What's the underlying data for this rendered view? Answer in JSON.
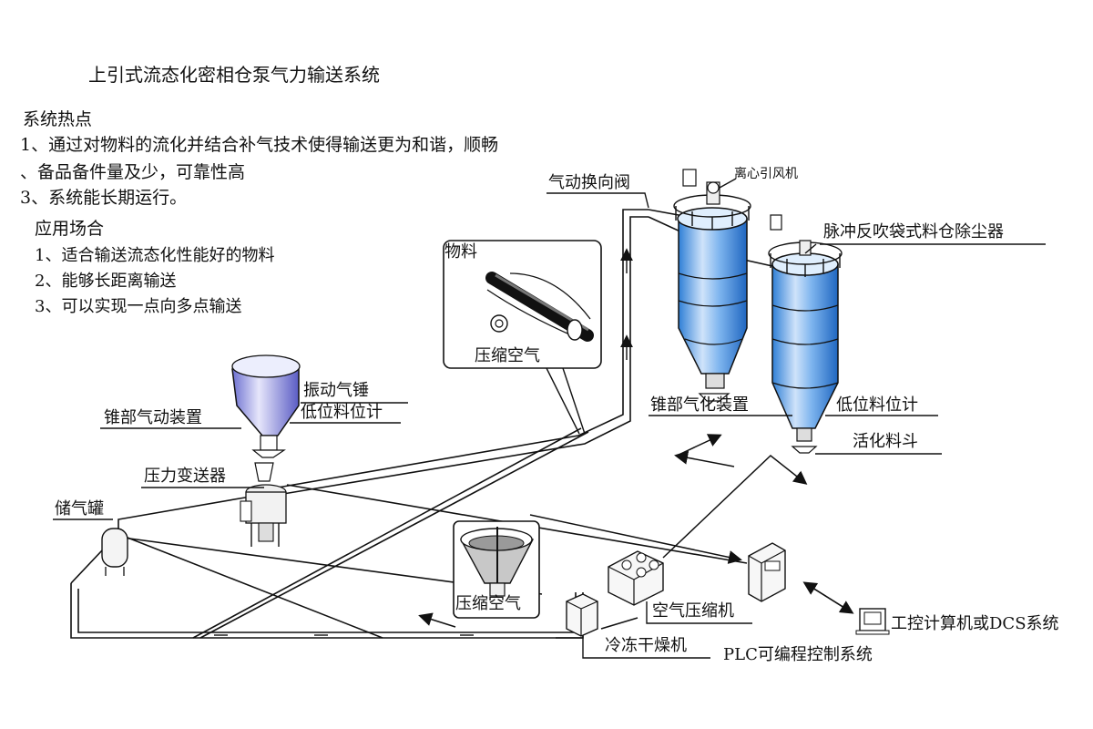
{
  "title": "上引式流态化密相仓泵气力输送系统",
  "hotspots": {
    "heading": "系统热点",
    "items": [
      "1、通过对物料的流化并结合补气技术使得输送更为和谐，顺畅",
      "、备品备件量及少，可靠性高",
      "3、系统能长期运行。"
    ]
  },
  "applications": {
    "heading": "应用场合",
    "items": [
      "1、适合输送流态化性能好的物料",
      "2、能够长距离输送",
      "3、可以实现一点向多点输送"
    ]
  },
  "labels": {
    "material": "物料",
    "compressed_air_top": "压缩空气",
    "compressed_air_bottom": "压缩空气",
    "diverter_valve": "气动换向阀",
    "centrifugal_fan": "离心引风机",
    "bag_filter": "脉冲反吹袋式料仓除尘器",
    "cone_aeration": "锥部气化装置",
    "low_level_right": "低位料位计",
    "activation_hopper": "活化料斗",
    "vibrator": "振动气锤",
    "cone_pneumatic": "锥部气动装置",
    "low_level_left": "低位料位计",
    "pressure_transmitter": "压力变送器",
    "air_tank": "储气罐",
    "air_compressor": "空气压缩机",
    "dryer": "冷冻干燥机",
    "plc": "PLC可编程控制系统",
    "ipc": "工控计算机或DCS系统"
  },
  "colors": {
    "silo_blue": "#3d8ede",
    "silo_light": "#d6e8fb",
    "line": "#111111"
  }
}
